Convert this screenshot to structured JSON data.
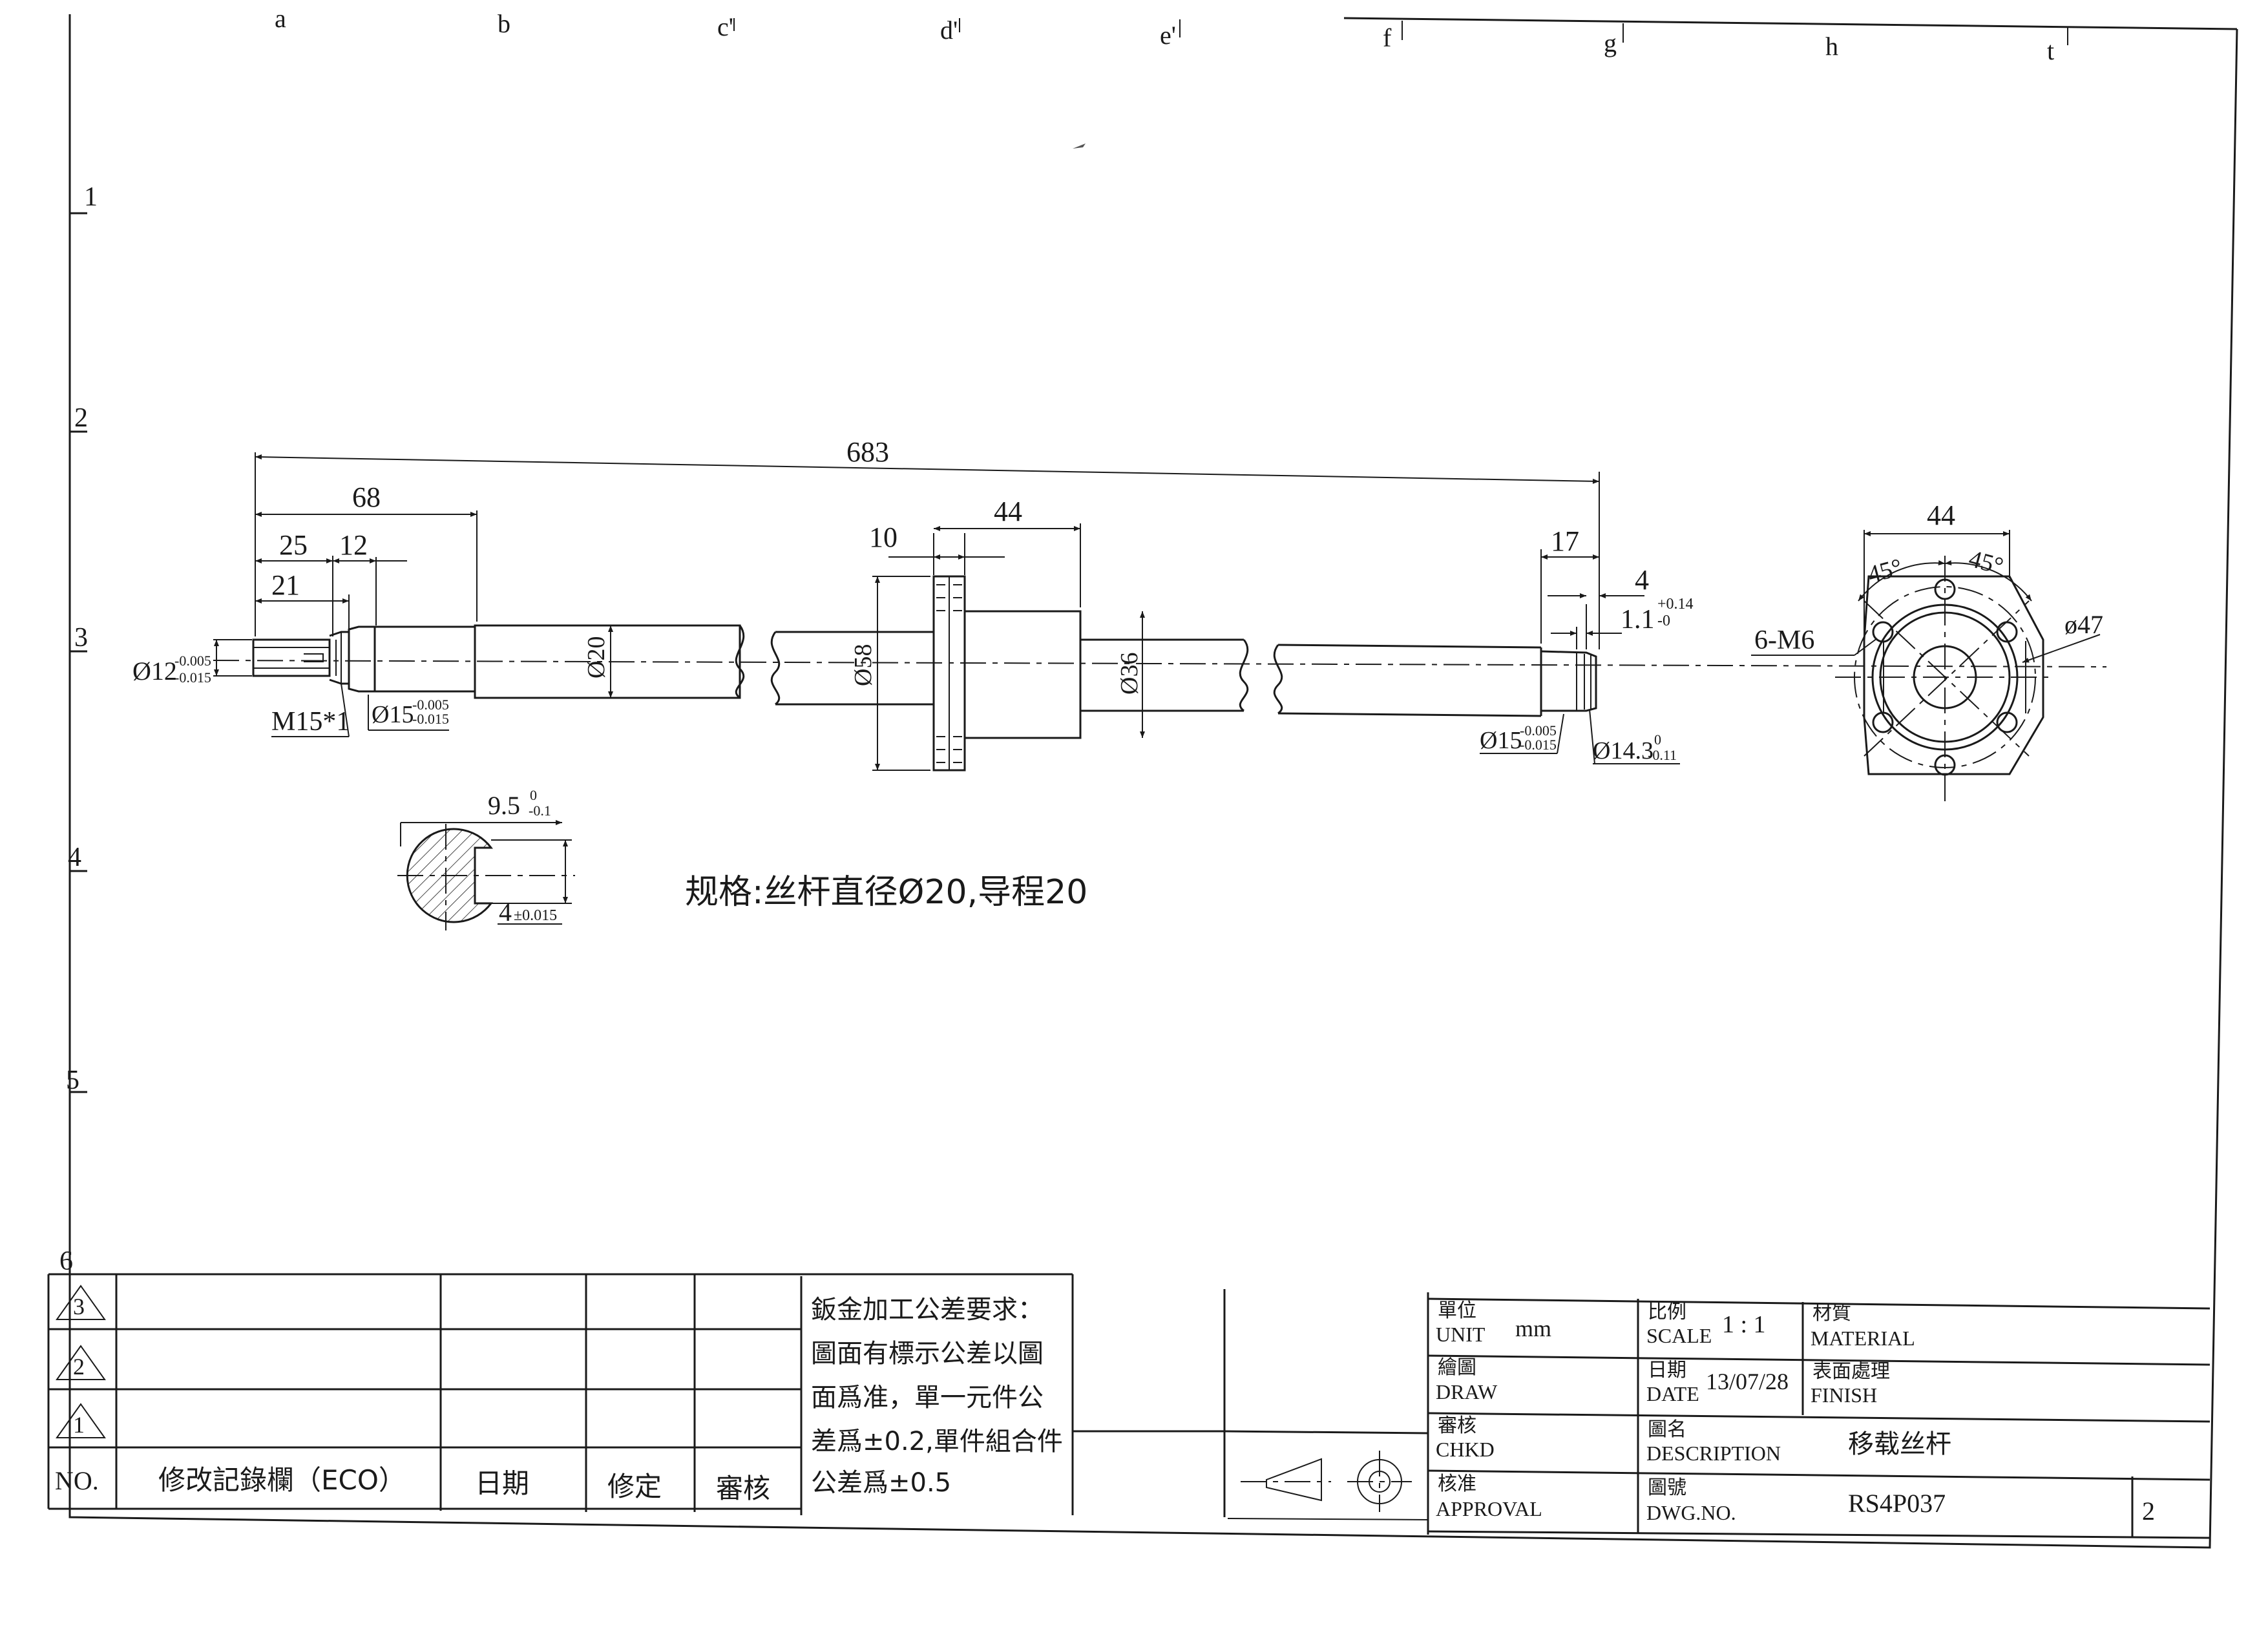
{
  "grid": {
    "columns": [
      "a",
      "b",
      "c'",
      "d'",
      "e'",
      "f",
      "g",
      "h",
      "t"
    ],
    "rows": [
      "1",
      "2",
      "3",
      "4",
      "5",
      "6"
    ]
  },
  "dimensions": {
    "overall": "683",
    "d68": "68",
    "d25": "25",
    "d12": "12",
    "d21": "21",
    "d10": "10",
    "d44": "44",
    "d17": "17",
    "d4": "4",
    "d11_main": "1.1",
    "d11_upper": "+0.14",
    "d11_lower": "-0",
    "phi12_main": "Ø12",
    "phi12_upper": "-0.005",
    "phi12_lower": "-0.015",
    "m15": "M15*1",
    "phi15a_main": "Ø15",
    "phi15a_upper": "-0.005",
    "phi15a_lower": "-0.015",
    "phi20": "Ø20",
    "phi58": "Ø58",
    "phi36": "Ø36",
    "phi15b_main": "Ø15",
    "phi15b_upper": "-0.005",
    "phi15b_lower": "-0.015",
    "phi143_main": "Ø14.3",
    "phi143_upper": "0",
    "phi143_lower": "-0.11",
    "sec_95_main": "9.5",
    "sec_95_upper": "0",
    "sec_95_lower": "-0.1",
    "sec_4_main": "4",
    "sec_4_tol": "±0.015",
    "end_44": "44",
    "angle_left": "45°",
    "angle_right": "45°",
    "holes": "6-M6",
    "phi47": "ø47"
  },
  "spec_note": "规格:丝杆直径Ø20,导程20",
  "revision_table": {
    "markers": [
      "3",
      "2",
      "1"
    ],
    "headers": {
      "no": "NO.",
      "eco": "修改記錄欄（ECO）",
      "date": "日期",
      "revise": "修定",
      "review": "審核"
    }
  },
  "tolerance_note": {
    "line1": "鈑金加工公差要求：",
    "line2": "圖面有標示公差以圖",
    "line3": "面爲准，單一元件公",
    "line4": "差爲±0.2,單件組合件",
    "line5": "公差爲±0.5"
  },
  "title_block": {
    "unit_zh": "單位",
    "unit_en": "UNIT",
    "unit_val": "mm",
    "scale_zh": "比例",
    "scale_en": "SCALE",
    "scale_val": "1 : 1",
    "material_zh": "材質",
    "material_en": "MATERIAL",
    "draw_zh": "繪圖",
    "draw_en": "DRAW",
    "date_zh": "日期",
    "date_en": "DATE",
    "date_val": "13/07/28",
    "finish_zh": "表面處理",
    "finish_en": "FINISH",
    "chkd_zh": "審核",
    "chkd_en": "CHKD",
    "desc_zh": "圖名",
    "desc_en": "DESCRIPTION",
    "desc_val": "移载丝杆",
    "approval_zh": "核准",
    "approval_en": "APPROVAL",
    "dwg_zh": "圖號",
    "dwg_en": "DWG.NO.",
    "dwg_val": "RS4P037",
    "sheet": "2"
  }
}
